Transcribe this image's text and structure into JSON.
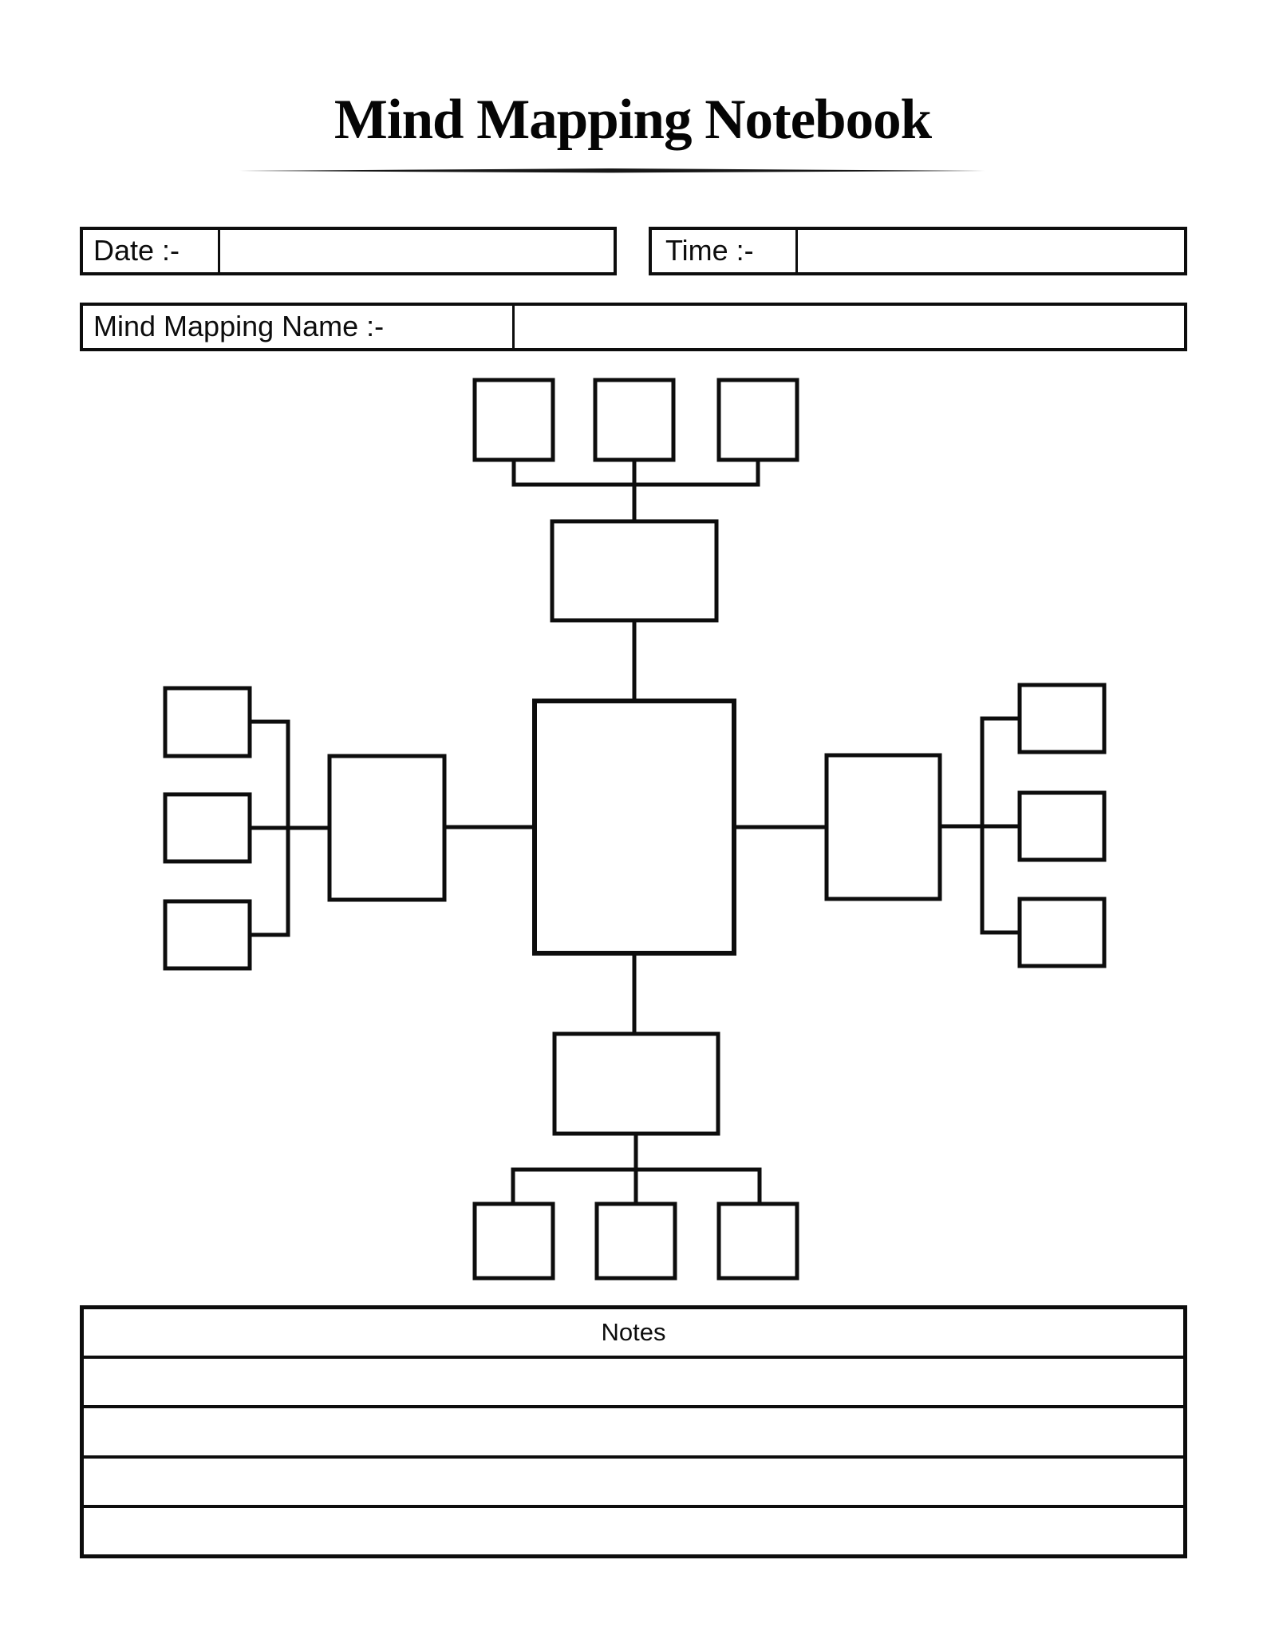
{
  "page": {
    "title": "Mind Mapping Notebook",
    "background_color": "#ffffff",
    "line_color": "#0d0d0d"
  },
  "fields": {
    "date": {
      "label": "Date :-",
      "value": ""
    },
    "time": {
      "label": "Time :-",
      "value": ""
    },
    "mind_map_name": {
      "label": "Mind Mapping Name :-",
      "value": ""
    }
  },
  "mind_map": {
    "central_topic": "",
    "branches": [
      {
        "position": "top",
        "topic": "",
        "subtopics": [
          "",
          "",
          ""
        ]
      },
      {
        "position": "left",
        "topic": "",
        "subtopics": [
          "",
          "",
          ""
        ]
      },
      {
        "position": "right",
        "topic": "",
        "subtopics": [
          "",
          "",
          ""
        ]
      },
      {
        "position": "bottom",
        "topic": "",
        "subtopics": [
          "",
          "",
          ""
        ]
      }
    ]
  },
  "notes": {
    "header": "Notes",
    "lines": [
      "",
      "",
      "",
      ""
    ]
  }
}
